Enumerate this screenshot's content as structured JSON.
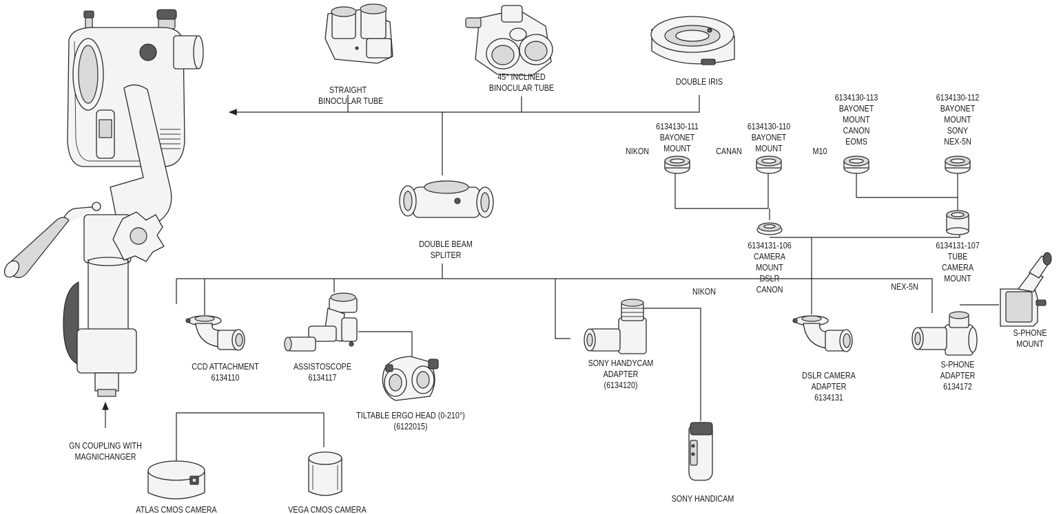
{
  "colors": {
    "line": "#222222",
    "fill": "#f4f4f4",
    "text": "#1a1a1a"
  },
  "labels": {
    "straight_tube": [
      "STRAIGHT",
      "BINOCULAR TUBE"
    ],
    "inclined_tube": [
      "45° INCLINED",
      "BINOCULAR TUBE"
    ],
    "double_iris": [
      "DOUBLE IRIS"
    ],
    "bm_111": [
      "6134130-111",
      "BAYONET",
      "MOUNT"
    ],
    "bm_110": [
      "6134130-110",
      "BAYONET",
      "MOUNT"
    ],
    "bm_113": [
      "6134130-113",
      "BAYONET",
      "MOUNT",
      "CANON",
      "EOMS"
    ],
    "bm_112": [
      "6134130-112",
      "BAYONET",
      "MOUNT",
      "SONY",
      "NEX-5N"
    ],
    "nikon_1": "NIKON",
    "canan": "CANAN",
    "m10": "M10",
    "beam_splitter": [
      "DOUBLE BEAM",
      "SPLITER"
    ],
    "camera_mount_dslr": [
      "6134131-106",
      "CAMERA",
      "MOUNT",
      "DSLR",
      "CANON"
    ],
    "tube_camera_mount": [
      "6134131-107",
      "TUBE",
      "CAMERA",
      "MOUNT"
    ],
    "nikon_2": "NIKON",
    "nex_5n": "NEX-5N",
    "s_phone_mount": [
      "S-PHONE",
      "MOUNT"
    ],
    "ccd_attachment": [
      "CCD ATTACHMENT",
      "6134110"
    ],
    "assistoscope": [
      "ASSISTOSCOPE",
      "6134117"
    ],
    "ergo_head": [
      "TILTABLE ERGO HEAD (0-210°)",
      "(6122015)"
    ],
    "sony_handycam_adapter": [
      "SONY HANDYCAM",
      "ADAPTER",
      "(6134120)"
    ],
    "dslr_camera_adapter": [
      "DSLR CAMERA",
      "ADAPTER",
      "6134131"
    ],
    "s_phone_adapter": [
      "S-PHONE",
      "ADAPTER",
      "6134172"
    ],
    "gn_coupling": [
      "GN  COUPLING WITH",
      "MAGNICHANGER"
    ],
    "sony_handicam": [
      "SONY HANDICAM"
    ],
    "atlas_camera": [
      "ATLAS CMOS CAMERA"
    ],
    "vega_camera": [
      "VEGA CMOS CAMERA"
    ]
  }
}
